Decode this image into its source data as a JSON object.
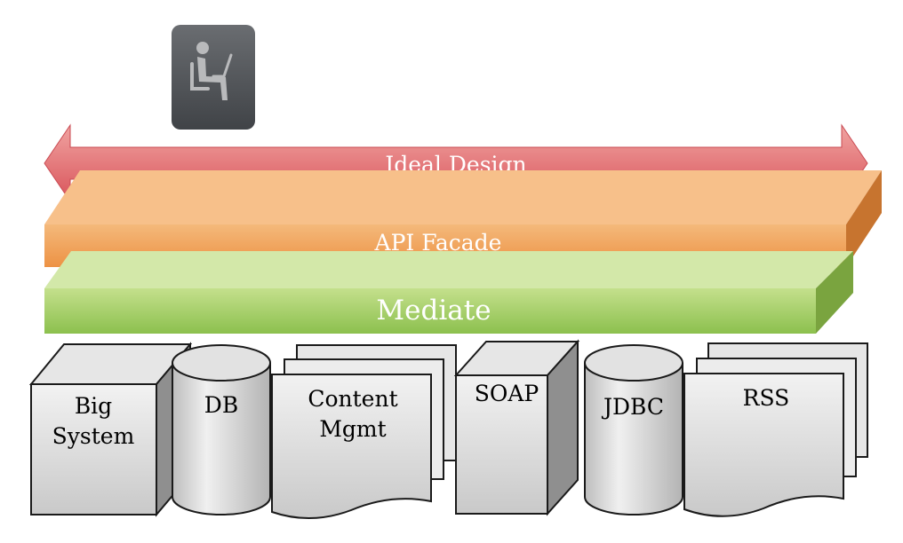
{
  "user_icon": {
    "icon": "person-at-laptop-icon"
  },
  "banner": {
    "label": "Ideal Design"
  },
  "layers": {
    "facade": {
      "label": "API Facade"
    },
    "mediate": {
      "label": "Mediate"
    }
  },
  "backends": {
    "big_system": {
      "line1": "Big",
      "line2": "System"
    },
    "db": {
      "label": "DB"
    },
    "content": {
      "line1": "Content",
      "line2": "Mgmt"
    },
    "soap": {
      "label": "SOAP"
    },
    "jdbc": {
      "label": "JDBC"
    },
    "rss": {
      "label": "RSS"
    }
  },
  "colors": {
    "banner": "#e06c6c",
    "facade": "#f0964a",
    "mediate": "#9ccb5c",
    "backend": "#d9d9d9",
    "user_icon_bg": "#505357"
  }
}
